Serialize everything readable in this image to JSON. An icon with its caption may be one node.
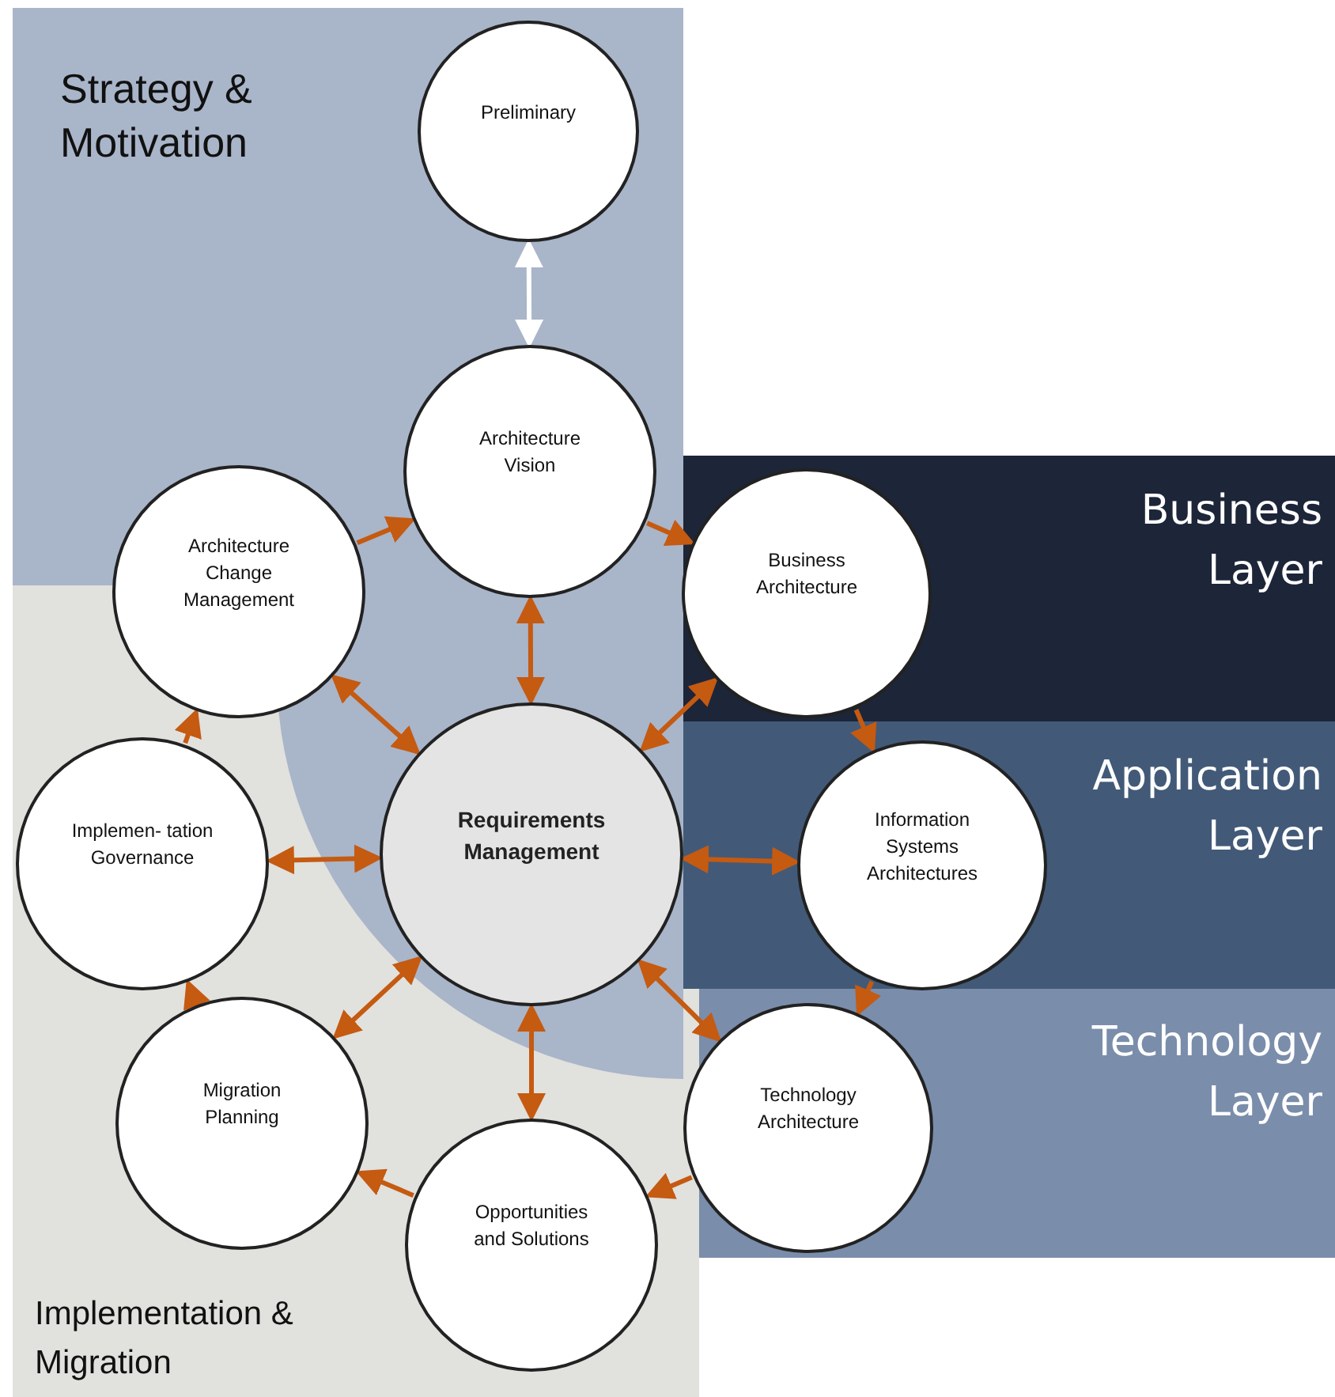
{
  "diagram": {
    "nodes": [
      {
        "text": [
          "Preliminary"
        ]
      },
      {
        "text": [
          "Architecture Vision"
        ]
      },
      {
        "text": [
          "Business Architecture"
        ]
      },
      {
        "text": [
          "Architecture Change Management"
        ]
      },
      {
        "text": [
          "Requirements Management"
        ]
      },
      {
        "text": [
          "Implemen- tation Governance"
        ]
      },
      {
        "text": [
          "Information Systems Architectures"
        ]
      },
      {
        "text": [
          "Technology Architecture"
        ]
      },
      {
        "text": [
          "Migration Planning"
        ]
      },
      {
        "text": [
          "Opportunities and Solutions"
        ]
      }
    ],
    "edges": [
      {
        "from": 0,
        "to": 1,
        "arrow": "both",
        "color": "#ffffff"
      },
      {
        "from": 1,
        "to": 2,
        "arrow": "to"
      },
      {
        "from": 2,
        "to": 6,
        "arrow": "to"
      },
      {
        "from": 6,
        "to": 7,
        "arrow": "to"
      },
      {
        "from": 7,
        "to": 9,
        "arrow": "to"
      },
      {
        "from": 9,
        "to": 8,
        "arrow": "to"
      },
      {
        "from": 8,
        "to": 5,
        "arrow": "to"
      },
      {
        "from": 5,
        "to": 3,
        "arrow": "to"
      },
      {
        "from": 3,
        "to": 1,
        "arrow": "to"
      },
      {
        "from": 4,
        "to": 1,
        "arrow": "both"
      },
      {
        "from": 4,
        "to": 2,
        "arrow": "both"
      },
      {
        "from": 4,
        "to": 6,
        "arrow": "both"
      },
      {
        "from": 4,
        "to": 7,
        "arrow": "both"
      },
      {
        "from": 4,
        "to": 9,
        "arrow": "both"
      },
      {
        "from": 4,
        "to": 8,
        "arrow": "both"
      },
      {
        "from": 4,
        "to": 5,
        "arrow": "both"
      },
      {
        "from": 4,
        "to": 3,
        "arrow": "both"
      }
    ],
    "labels": [
      "Strategy & Motivation",
      "Business Layer",
      "Application Layer",
      "Technology Layer",
      "Implementation & Migration"
    ]
  }
}
